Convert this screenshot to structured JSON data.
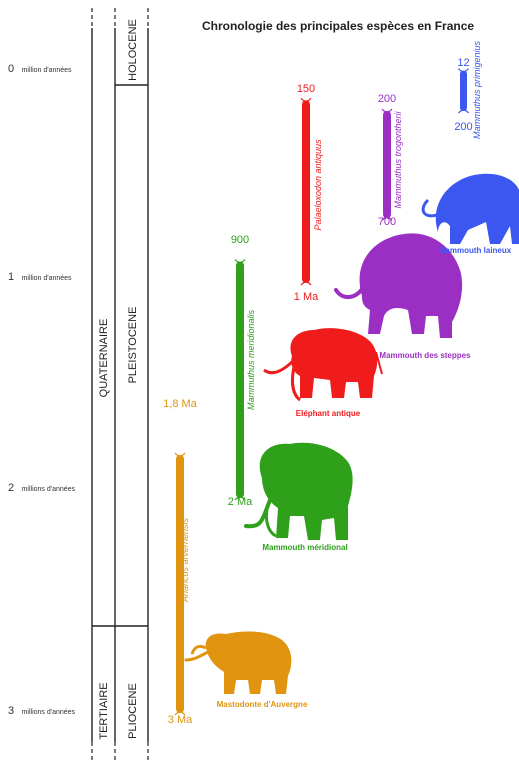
{
  "title": "Chronologie des principales espèces en France",
  "time_axis": {
    "ticks": [
      {
        "value": "0",
        "unit": "million d'années"
      },
      {
        "value": "1",
        "unit": "million d'années"
      },
      {
        "value": "2",
        "unit": "millions d'années"
      },
      {
        "value": "3",
        "unit": "millions d'années"
      }
    ]
  },
  "periods": {
    "quaternaire": "QUATERNAIRE",
    "tertiaire": "TERTIAIRE",
    "holocene": "HOLOCENE",
    "pleistocene": "PLEISTOCENE",
    "pliocene": "PLIOCENE"
  },
  "species": [
    {
      "id": "anancus",
      "latin": "Anancus arvernensis",
      "common": "Mastodonte d'Auvergne",
      "start_label": "3 Ma",
      "end_label": "1,8 Ma",
      "start_ma": 3.0,
      "end_ma": 1.8,
      "color": "#e09410"
    },
    {
      "id": "meridionalis",
      "latin": "Mammuthus meridionalis",
      "common": "Mammouth méridional",
      "start_label": "2 Ma",
      "end_label": "900",
      "start_ma": 2.0,
      "end_ma": 0.9,
      "color": "#2fa01a"
    },
    {
      "id": "palaeoloxodon",
      "latin": "Palaeloxodon antiquus",
      "common": "Eléphant antique",
      "start_label": "1 Ma",
      "end_label": "150",
      "start_ma": 1.0,
      "end_ma": 0.15,
      "color": "#f01c1c"
    },
    {
      "id": "trogontherii",
      "latin": "Mammuthus trogontherii",
      "common": "Mammouth des steppes",
      "start_label": "700",
      "end_label": "200",
      "start_ma": 0.7,
      "end_ma": 0.2,
      "color": "#9b2fc4"
    },
    {
      "id": "primigenius",
      "latin": "Mammuthus primigenius",
      "common": "Mammouth laineux",
      "start_label": "200",
      "end_label": "12",
      "start_ma": 0.2,
      "end_ma": 0.012,
      "color": "#3b57f0"
    }
  ]
}
